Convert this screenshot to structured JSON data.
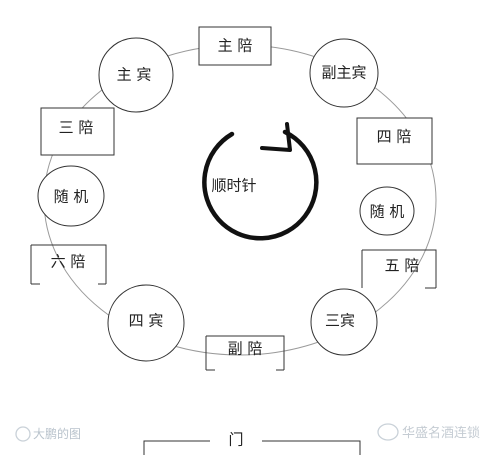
{
  "diagram": {
    "center_label": "顺时针",
    "nodes": {
      "host": "主 陪",
      "vice_guest": "副主宾",
      "fourth_host": "四 陪",
      "random_right": "随 机",
      "fifth_host": "五 陪",
      "third_guest": "三宾",
      "vice_host": "副 陪",
      "fourth_guest": "四 宾",
      "sixth_host": "六 陪",
      "random_left": "随 机",
      "third_host": "三 陪",
      "main_guest": "主 宾"
    },
    "door_label": "门"
  },
  "watermarks": {
    "left": "大鹏的图",
    "right": "华盛名酒连锁"
  }
}
